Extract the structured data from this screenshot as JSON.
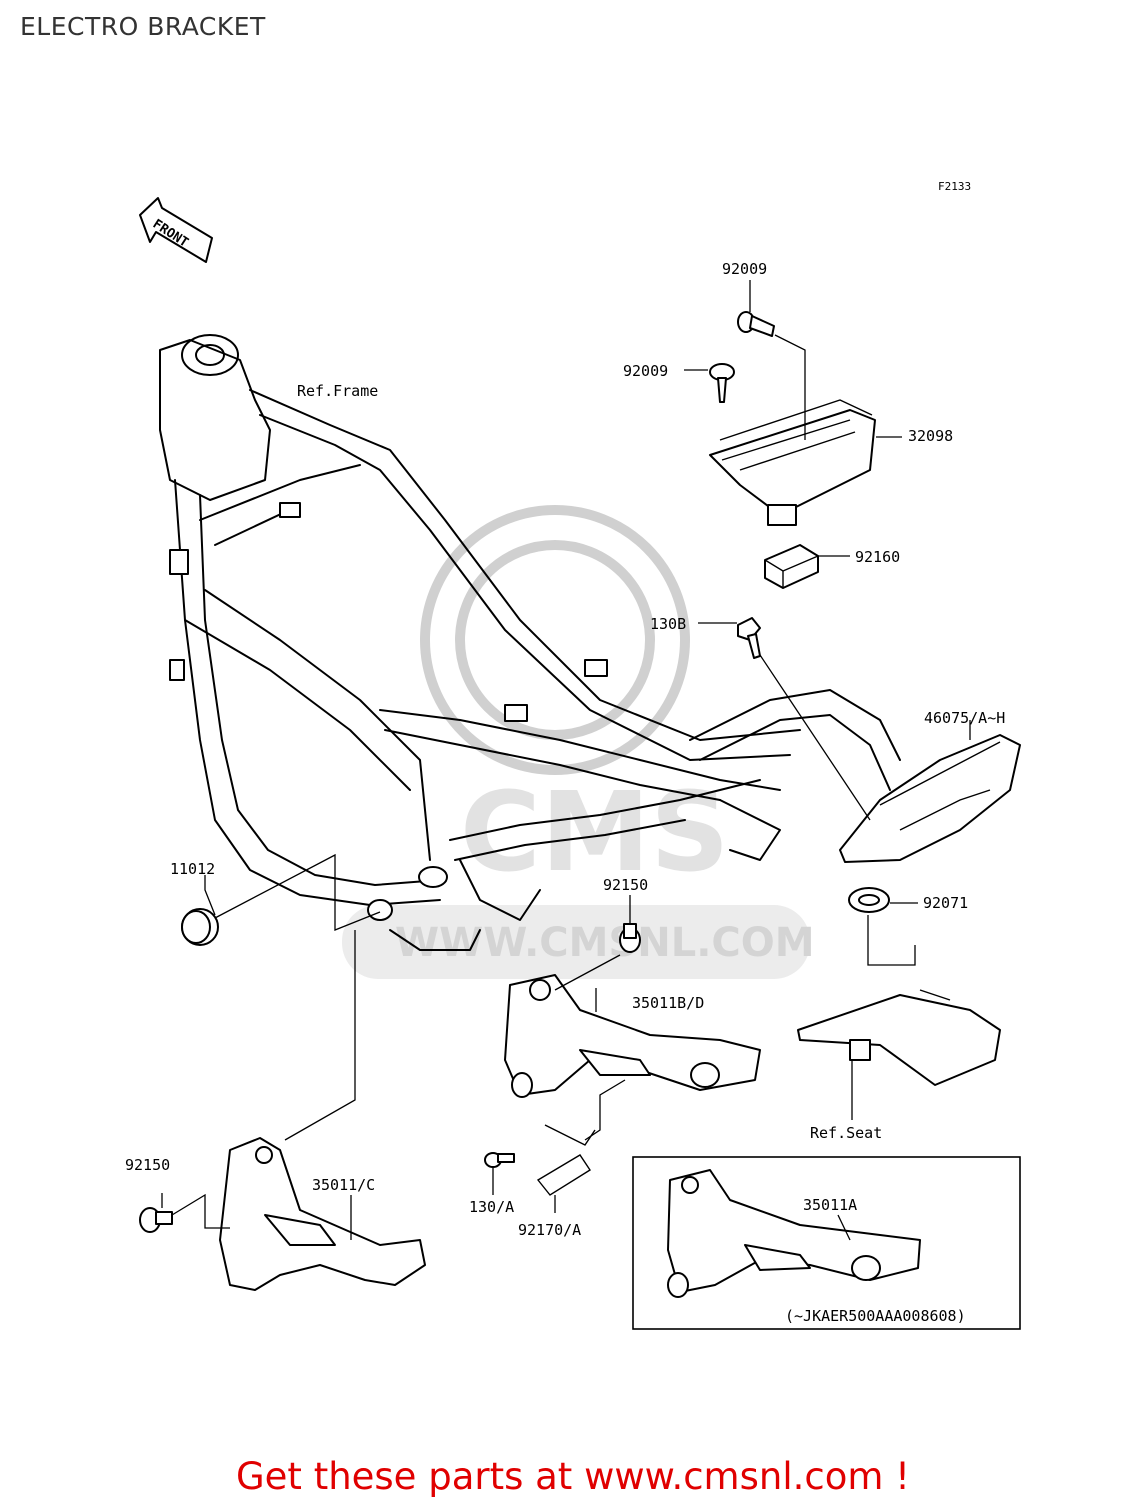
{
  "page": {
    "title": "ELECTRO BRACKET",
    "promo_text": "Get these parts at www.cmsnl.com !"
  },
  "diagram": {
    "figure_code": "F2133",
    "front_arrow_label": "FRONT",
    "watermark_text": "WWW.CMSNL.COM",
    "watermark_logo_text": "CMS",
    "callouts": {
      "c92009_top": "92009",
      "c92009_mid": "92009",
      "c32098": "32098",
      "c92160": "92160",
      "c130B": "130B",
      "c46075": "46075/A~H",
      "c92071": "92071",
      "c11012": "11012",
      "c92150_center": "92150",
      "c35011BD": "35011B/D",
      "c92150_left": "92150",
      "c35011C": "35011/C",
      "c130A": "130/A",
      "c92170A": "92170/A",
      "c35011A": "35011A",
      "ref_frame": "Ref.Frame",
      "ref_seat": "Ref.Seat",
      "serial_note": "(~JKAER500AAA008608)"
    }
  },
  "colors": {
    "line": "#000000",
    "promo": "#e00000",
    "watermark": "#d0d0d0"
  }
}
